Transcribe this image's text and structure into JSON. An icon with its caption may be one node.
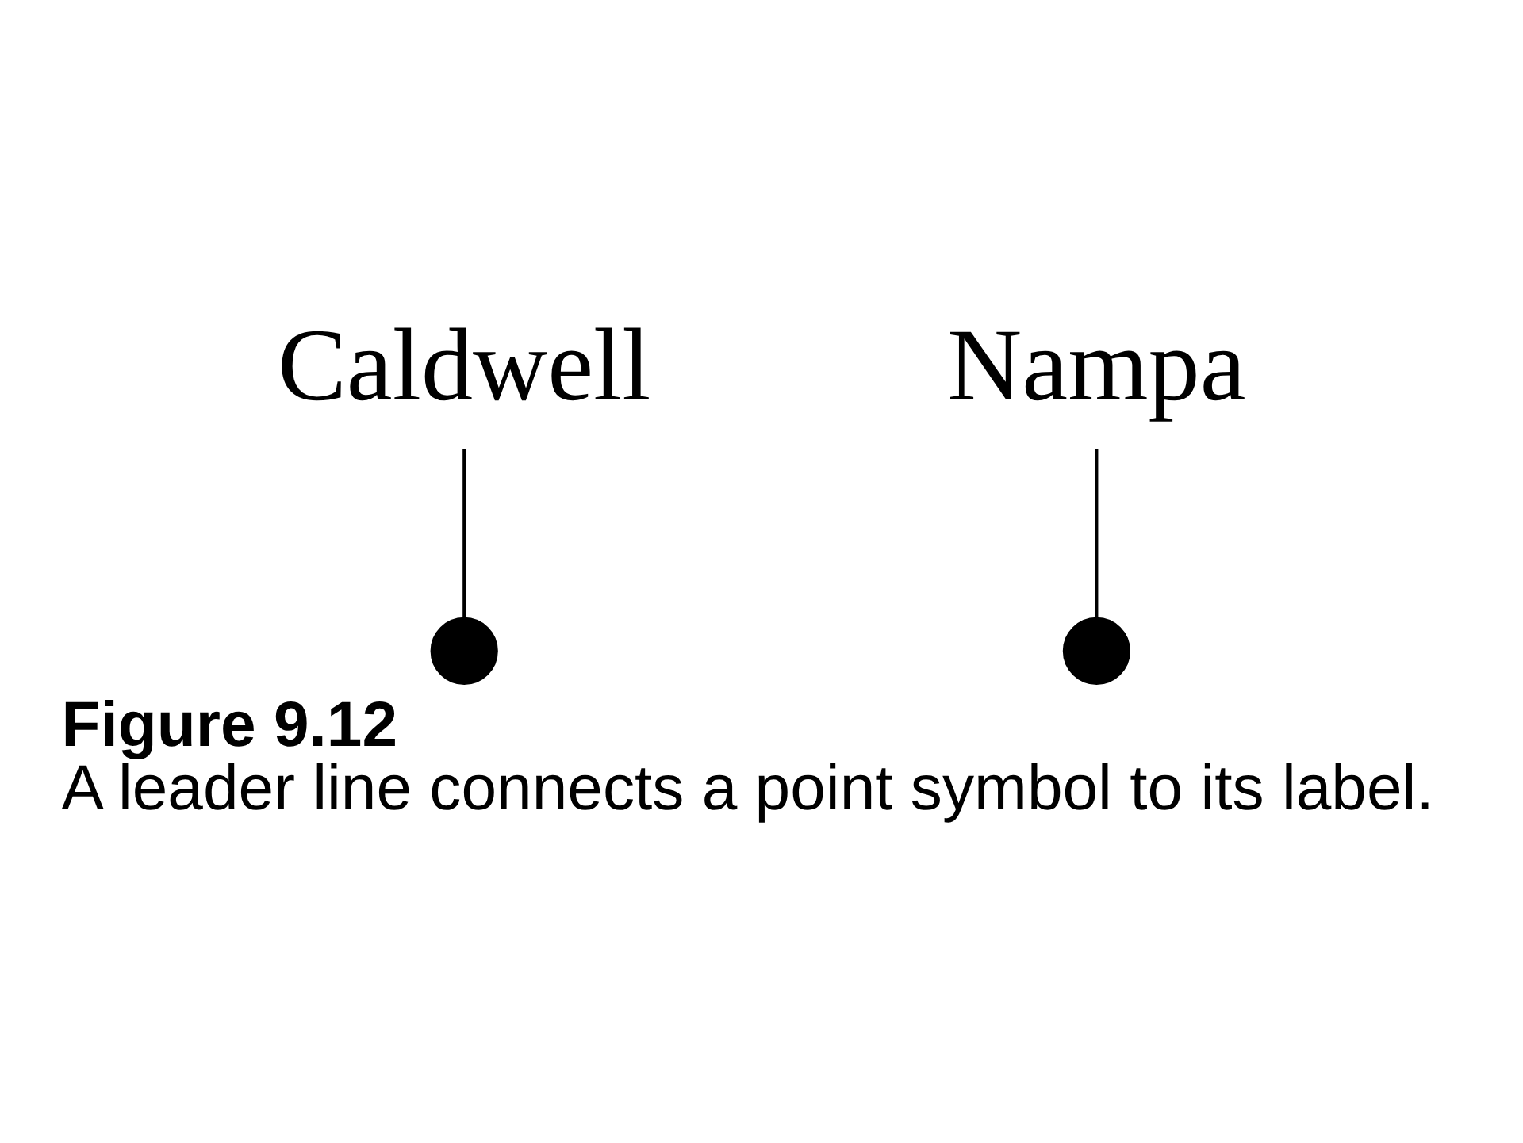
{
  "diagram": {
    "title": "Figure 9.12",
    "caption": "A leader line connects a point symbol to its label.",
    "nodes": [
      {
        "text": [
          "Caldwell"
        ]
      },
      {
        "text": [],
        "shape": "circle"
      },
      {
        "text": [],
        "shape": "circle"
      },
      {
        "text": [
          "Nampa"
        ]
      }
    ],
    "edges": [
      {
        "from": 0,
        "to": 1,
        "arrow": "none"
      },
      {
        "from": 3,
        "to": 2,
        "arrow": "none"
      }
    ]
  }
}
